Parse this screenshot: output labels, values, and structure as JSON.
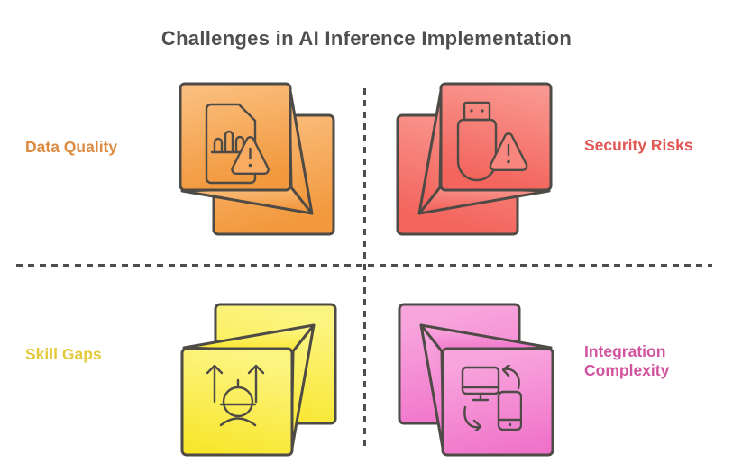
{
  "title": "Challenges in AI Inference Implementation",
  "colors": {
    "title_text": "#4F4F4F",
    "outline": "#4E4A45",
    "divider": "#4D4D4D",
    "background": "#FFFFFF"
  },
  "quadrants": [
    {
      "position": "top-left",
      "label": "Data Quality",
      "label_color": "#DD8B41",
      "cube_gradient_light": "#FBC183",
      "cube_gradient_dark": "#F2993E",
      "icon": "document-chart-warning-icon"
    },
    {
      "position": "top-right",
      "label": "Security Risks",
      "label_color": "#E25653",
      "cube_gradient_light": "#F99C95",
      "cube_gradient_dark": "#F3655D",
      "icon": "usb-warning-icon"
    },
    {
      "position": "bottom-left",
      "label": "Skill Gaps",
      "label_color": "#E4C93B",
      "cube_gradient_light": "#FCF480",
      "cube_gradient_dark": "#F8E525",
      "icon": "worker-frown-icon"
    },
    {
      "position": "bottom-right",
      "label": "Integration Complexity",
      "label_color": "#D2539E",
      "cube_gradient_light": "#F8A5DD",
      "cube_gradient_dark": "#EF6EC8",
      "icon": "device-sync-icon"
    }
  ]
}
